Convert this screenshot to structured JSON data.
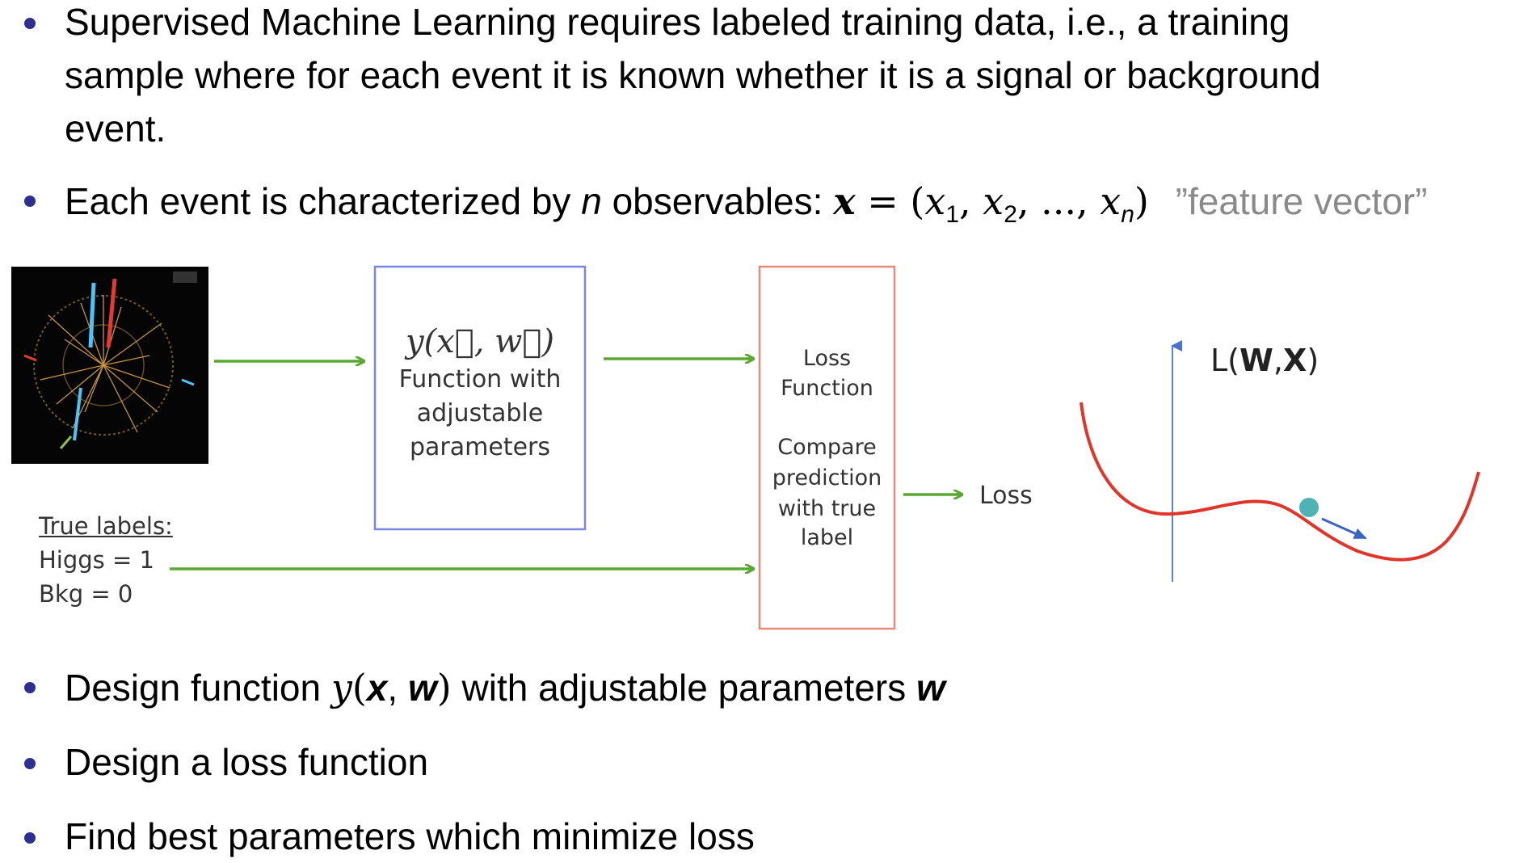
{
  "bullets_top": [
    "Supervised Machine Learning requires labeled training data, i.e., a training",
    "sample where for each event it is known whether it is a signal or background",
    "event."
  ],
  "feature": {
    "prefix": "Each event is characterized by ",
    "n": "n",
    "middle": " observables: ",
    "x": "x",
    "eq": " = (",
    "x1": "x",
    "s1": "1",
    "x2": "x",
    "s2": "2",
    "dots": ", ..., ",
    "xn": "x",
    "sn": "n",
    "close": ")",
    "note": "”feature vector”"
  },
  "diagram": {
    "func_formula": "y(x⃗, w⃗)",
    "func_line1": "Function with",
    "func_line2": "adjustable",
    "func_line3": "parameters",
    "loss_line1": "Loss",
    "loss_line2": "Function",
    "loss_line3": "Compare",
    "loss_line4": "prediction",
    "loss_line5": "with true",
    "loss_line6": "label",
    "loss_output": "Loss",
    "true_labels": "True labels:",
    "higgs": "Higgs = 1",
    "bkg": "Bkg = 0",
    "curve_label_L": "L(",
    "curve_label_W": "W",
    "curve_label_comma": ",",
    "curve_label_X": "X",
    "curve_label_close": ")",
    "colors": {
      "blue_box": "#7b85e6",
      "red_box": "#e88a7a",
      "arrow": "#5aa832",
      "curve": "#e0352b",
      "axis": "#5a7fd6",
      "ball": "#4fb3b3"
    }
  },
  "bullets_bottom": {
    "b1_pre": "Design function ",
    "b1_y": "y",
    "b1_open": "(",
    "b1_x": "x",
    "b1_comma": ", ",
    "b1_w": "w",
    "b1_close": ")",
    "b1_mid": " with adjustable parameters ",
    "b1_w2": "w",
    "b2": "Design a loss function",
    "b3": "Find best parameters which minimize loss"
  }
}
